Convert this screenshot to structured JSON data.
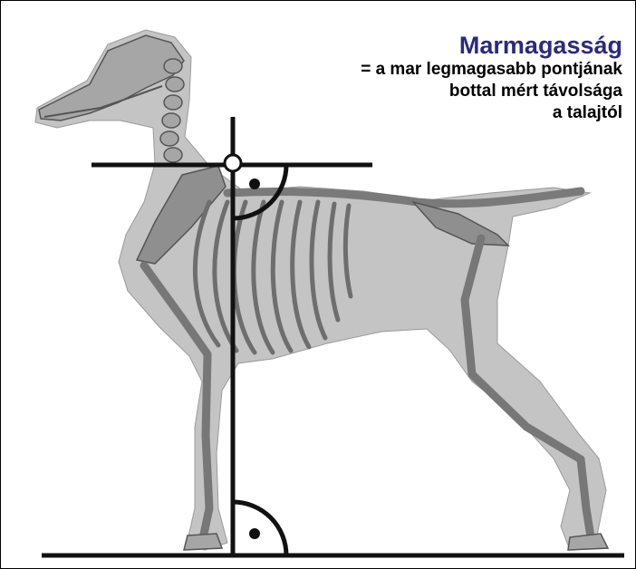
{
  "caption": {
    "title": "Marmagasság",
    "lines": [
      "= a mar legmagasabb pontjának",
      "bottal mért távolsága",
      "a talajtól"
    ]
  },
  "colors": {
    "title": "#2b2a7e",
    "silhouette": "#c4c4c4",
    "bone": "#a6a6a6",
    "bone_dark": "#6e6e6e",
    "measure_lines": "#111111"
  },
  "icons": {
    "right_angle_marker": "quarter-circle-with-dot",
    "withers_point": "white-circle"
  }
}
